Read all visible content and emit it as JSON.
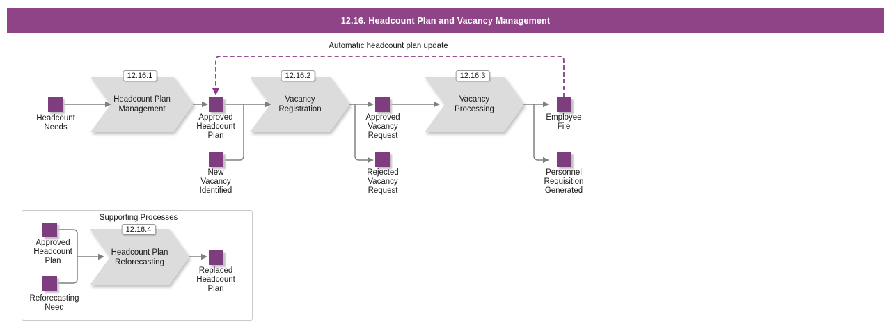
{
  "title": "12.16. Headcount Plan and Vacancy Management",
  "feedback": {
    "label": "Automatic headcount plan update"
  },
  "supporting": {
    "title": "Supporting Processes"
  },
  "processes": {
    "p1": {
      "id": "12.16.1",
      "name": "Headcount Plan\nManagement"
    },
    "p2": {
      "id": "12.16.2",
      "name": "Vacancy\nRegistration"
    },
    "p3": {
      "id": "12.16.3",
      "name": "Vacancy\nProcessing"
    },
    "p4": {
      "id": "12.16.4",
      "name": "Headcount Plan\nReforecasting"
    }
  },
  "nodes": {
    "headcount_needs": "Headcount\nNeeds",
    "approved_headcount_plan": "Approved\nHeadcount\nPlan",
    "new_vacancy_identified": "New\nVacancy\nIdentified",
    "approved_vacancy_request": "Approved\nVacancy\nRequest",
    "rejected_vacancy_request": "Rejected\nVacancy\nRequest",
    "employee_file": "Employee\nFile",
    "personnel_requisition_generated": "Personnel\nRequisition\nGenerated",
    "supporting_approved_headcount_plan": "Approved\nHeadcount\nPlan",
    "reforecasting_need": "Reforecasting\nNeed",
    "replaced_headcount_plan": "Replaced\nHeadcount\nPlan"
  },
  "colors": {
    "header": "#8E4486",
    "node": "#7E3D7E",
    "process_fill": "#DCDCDC",
    "connector": "#808080",
    "feedback": "#8A3A8A"
  }
}
